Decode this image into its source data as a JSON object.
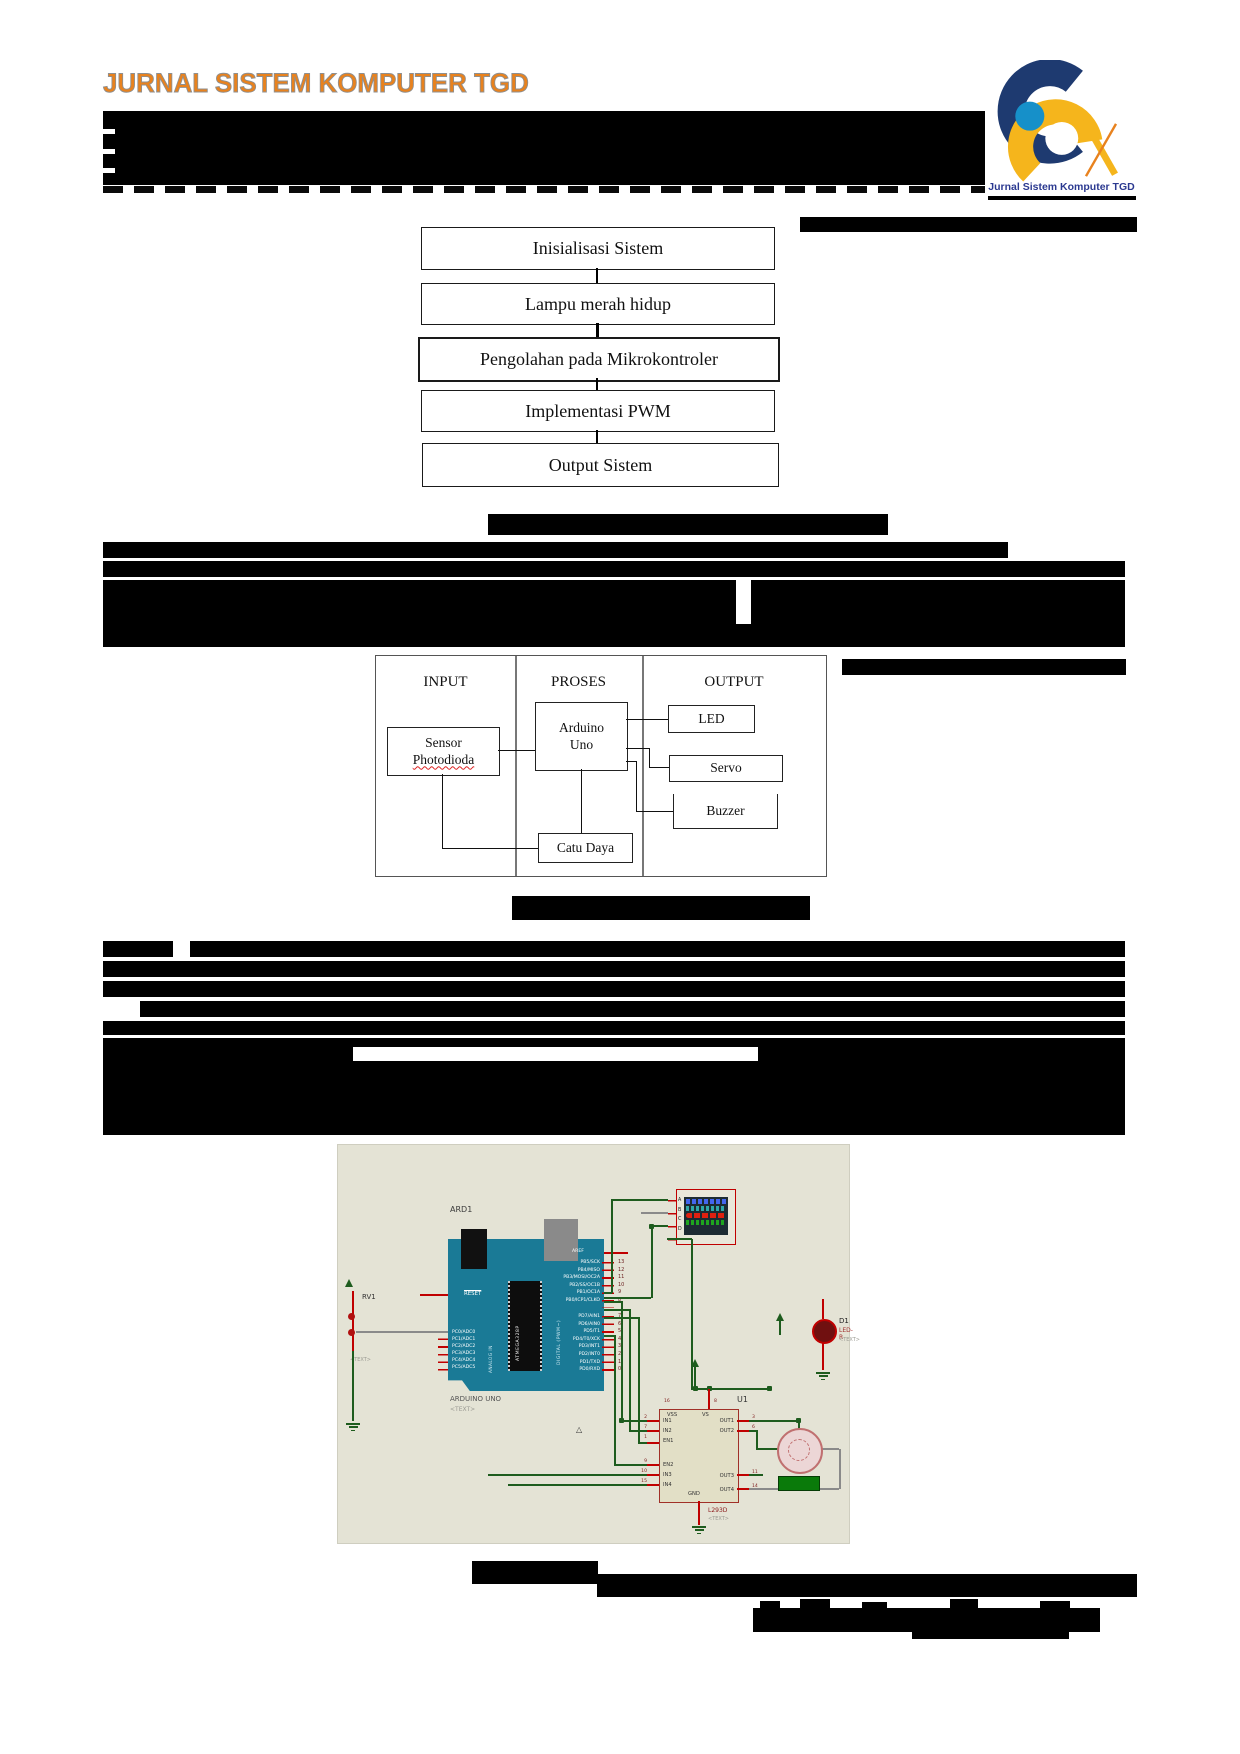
{
  "header": {
    "journal_title": "JURNAL SISTEM KOMPUTER TGD",
    "logo_caption": "Jurnal Sistem Komputer TGD",
    "accent_color": "#E8821E",
    "logo_colors": {
      "navy": "#1E3A70",
      "yellow": "#F5B51C",
      "light_blue": "#1690C9"
    }
  },
  "flowchart": {
    "steps": [
      "Inisialisasi Sistem",
      "Lampu merah hidup",
      "Pengolahan pada Mikrokontroler",
      "Implementasi PWM",
      "Output Sistem"
    ]
  },
  "block_diagram": {
    "columns": [
      "INPUT",
      "PROSES",
      "OUTPUT"
    ],
    "sensor_line1": "Sensor",
    "sensor_line2": "Photodioda",
    "arduino_line1": "Arduino",
    "arduino_line2": "Uno",
    "catu_daya": "Catu Daya",
    "led": "LED",
    "servo": "Servo",
    "buzzer": "Buzzer"
  },
  "circuit": {
    "board_ref": "ARD1",
    "board_name": "ARDUINO UNO",
    "board_text": "<TEXT>",
    "reset_label": "RESET",
    "aref_label": "AREF",
    "mcu_vertical": "ATMEGA328P",
    "digital_vertical": "DIGITAL (PWM~)",
    "analog_vertical": "ANALOG IN",
    "button_ref": "RV1",
    "button_text": "<TEXT>",
    "scope_channels": [
      "A",
      "B",
      "C",
      "D"
    ],
    "right_pins_pb": [
      "PB5/SCK",
      "PB4/MISO",
      "PB3/MOSI/OC2A",
      "PB2/SS/OC1B",
      "PB1/OC1A",
      "PB0/ICP1/CLKO"
    ],
    "right_nums_pb": [
      "13",
      "12",
      "11",
      "10",
      "9",
      "8"
    ],
    "right_pins_pd": [
      "PD7/AIN1",
      "PD6/AIN0",
      "PD5/T1",
      "PD4/T0/XCK",
      "PD3/INT1",
      "PD2/INT0",
      "PD1/TXD",
      "PD0/RXD"
    ],
    "right_nums_pd": [
      "7",
      "6",
      "5",
      "4",
      "3",
      "2",
      "1",
      "0"
    ],
    "left_pins_pc": [
      "PC0/ADC0",
      "PC1/ADC1",
      "PC2/ADC2",
      "PC3/ADC3",
      "PC4/ADC4",
      "PC5/ADC5"
    ],
    "u1": {
      "ref": "U1",
      "model": "L293D",
      "model_text": "<TEXT>",
      "top": [
        "VSS",
        "VS"
      ],
      "top_nums": [
        "16",
        "8"
      ],
      "left1": [
        "IN1",
        "IN2",
        "EN1"
      ],
      "left1_nums": [
        "2",
        "7",
        "1"
      ],
      "left2": [
        "EN2",
        "IN3",
        "IN4"
      ],
      "left2_nums": [
        "9",
        "10",
        "15"
      ],
      "right1": [
        "OUT1",
        "OUT2"
      ],
      "right1_nums": [
        "3",
        "6"
      ],
      "right2": [
        "OUT3",
        "OUT4"
      ],
      "right2_nums": [
        "11",
        "14"
      ],
      "bottom": "GND"
    },
    "led_d1": {
      "ref": "D1",
      "model": "LED-R",
      "text": "<TEXT>"
    }
  }
}
